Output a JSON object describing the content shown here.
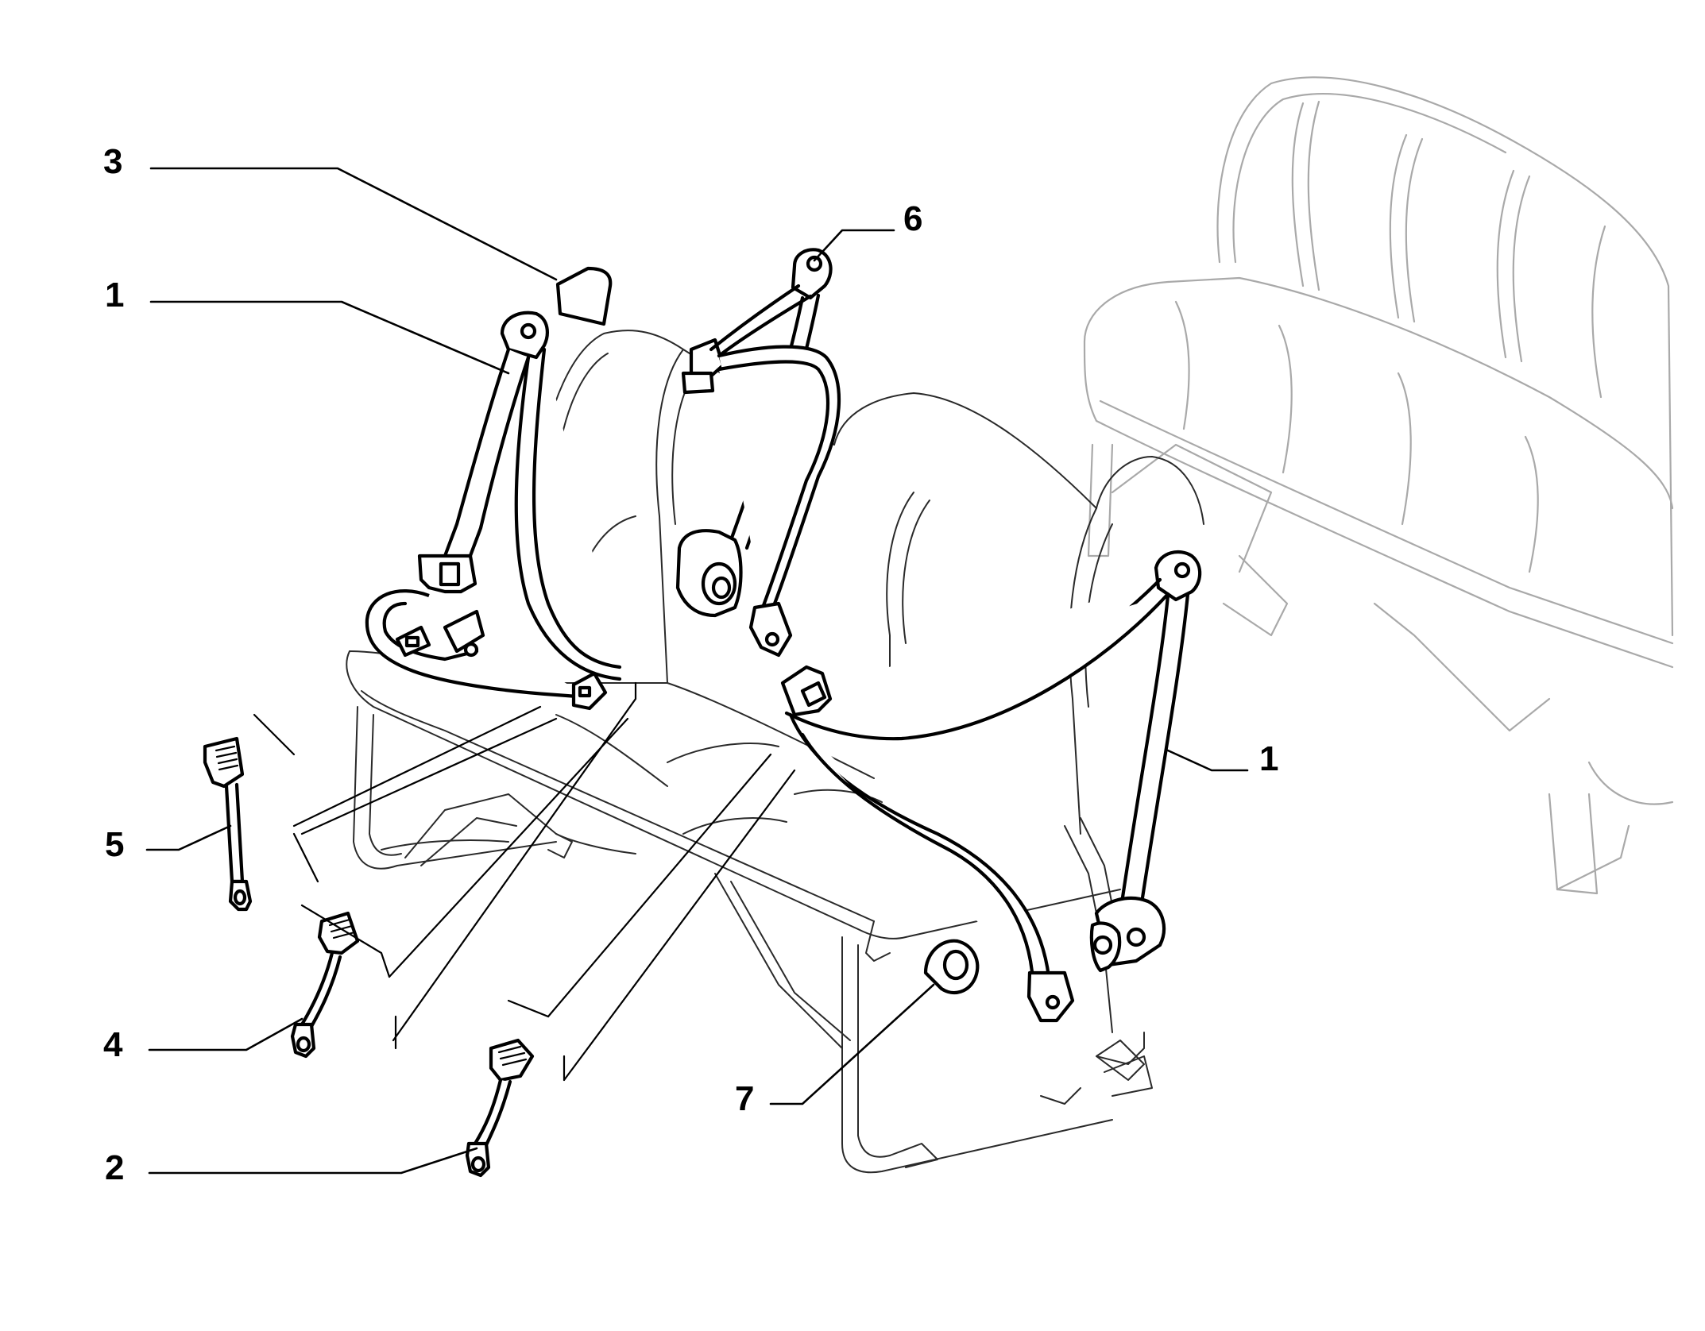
{
  "callouts": [
    {
      "id": "callout-3-belt-trim",
      "label": "3"
    },
    {
      "id": "callout-1-left-belt",
      "label": "1"
    },
    {
      "id": "callout-6-center-belt",
      "label": "6"
    },
    {
      "id": "callout-1-right-belt",
      "label": "1"
    },
    {
      "id": "callout-5-buckle",
      "label": "5"
    },
    {
      "id": "callout-4-buckle",
      "label": "4"
    },
    {
      "id": "callout-7-grommet",
      "label": "7"
    },
    {
      "id": "callout-2-buckle",
      "label": "2"
    }
  ],
  "colors": {
    "line_art": "#000000",
    "background_seat": "#a9a9a9",
    "paper": "#ffffff"
  }
}
